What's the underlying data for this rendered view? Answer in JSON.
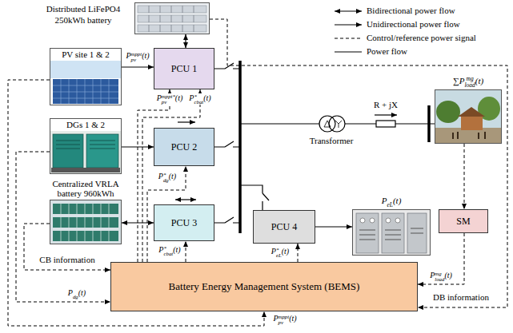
{
  "diagram": {
    "nodes": [
      {
        "text": [
          "Distributed LiFePO4 250kWh battery"
        ]
      },
      {
        "text": [
          "PV site 1 & 2"
        ]
      },
      {
        "text": [
          "PCU 1"
        ]
      },
      {
        "text": [
          "DGs 1 & 2"
        ]
      },
      {
        "text": [
          "PCU 2"
        ]
      },
      {
        "text": [
          "Centralized VRLA battery 960kWh"
        ]
      },
      {
        "text": [
          "PCU 3"
        ]
      },
      {
        "text": [
          "PCU 4"
        ]
      },
      {
        "text": [
          "PeL(t)"
        ]
      },
      {
        "text": [
          "∑Pmgload(t)"
        ]
      },
      {
        "text": [
          "SM"
        ]
      },
      {
        "text": [
          "Battery Energy Management System (BEMS)"
        ]
      }
    ],
    "edges": [
      {
        "from": 1,
        "to": 2,
        "arrow": "to",
        "label": "Pmpptpv(t)"
      },
      {
        "from": 0,
        "to": 2,
        "arrow": "both"
      },
      {
        "from": 3,
        "to": 4,
        "arrow": "to"
      },
      {
        "from": 5,
        "to": 6,
        "arrow": "both"
      },
      {
        "from": 7,
        "to": 8,
        "arrow": "to"
      },
      {
        "from": 11,
        "to": 2,
        "arrow": "to",
        "label": "Pmppt*pv(t)"
      },
      {
        "from": 11,
        "to": 2,
        "arrow": "to",
        "label": "P*cbat(t)"
      },
      {
        "from": 11,
        "to": 4,
        "arrow": "to",
        "label": "P*dg(t)"
      },
      {
        "from": 11,
        "to": 6,
        "arrow": "to",
        "label": "P*cbat(t)"
      },
      {
        "from": 11,
        "to": 7,
        "arrow": "to",
        "label": "P*eL(t)"
      },
      {
        "from": 9,
        "to": 10,
        "arrow": "to"
      },
      {
        "from": 10,
        "to": 11,
        "arrow": "to",
        "label": "Pmgload(t)"
      },
      {
        "from": 0,
        "to": 11,
        "arrow": "to",
        "label": "DB information"
      },
      {
        "from": 5,
        "to": 11,
        "arrow": "to",
        "label": "CB information"
      },
      {
        "from": 3,
        "to": 11,
        "arrow": "to",
        "label": "Pdg(t)"
      },
      {
        "from": 1,
        "to": 11,
        "arrow": "to",
        "label": "Pmpptpv(t)"
      }
    ],
    "labels": [
      "Transformer",
      "R + jX"
    ],
    "legend": [
      {
        "text": "Bidirectional power flow"
      },
      {
        "text": "Unidirectional power flow"
      },
      {
        "text": "Control/reference power signal"
      },
      {
        "text": "Power flow"
      }
    ]
  }
}
